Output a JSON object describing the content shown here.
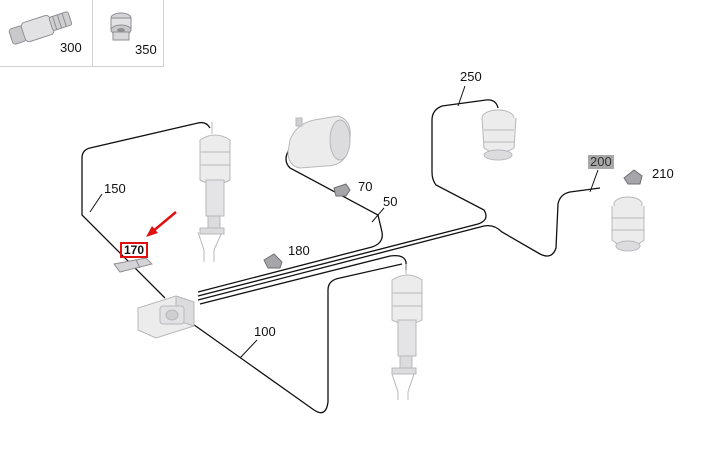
{
  "thumbnails": [
    {
      "label": "300"
    },
    {
      "label": "350"
    }
  ],
  "callouts": {
    "p250": "250",
    "p200": "200",
    "p210": "210",
    "p150": "150",
    "p70": "70",
    "p50": "50",
    "p170": "170",
    "p180": "180",
    "p100": "100"
  },
  "colors": {
    "line": "#111111",
    "part_fill": "#e9e9ea",
    "part_stroke": "#b8b8bc",
    "highlight_red": "#e01010",
    "highlight_gray": "#a8a8a8"
  }
}
